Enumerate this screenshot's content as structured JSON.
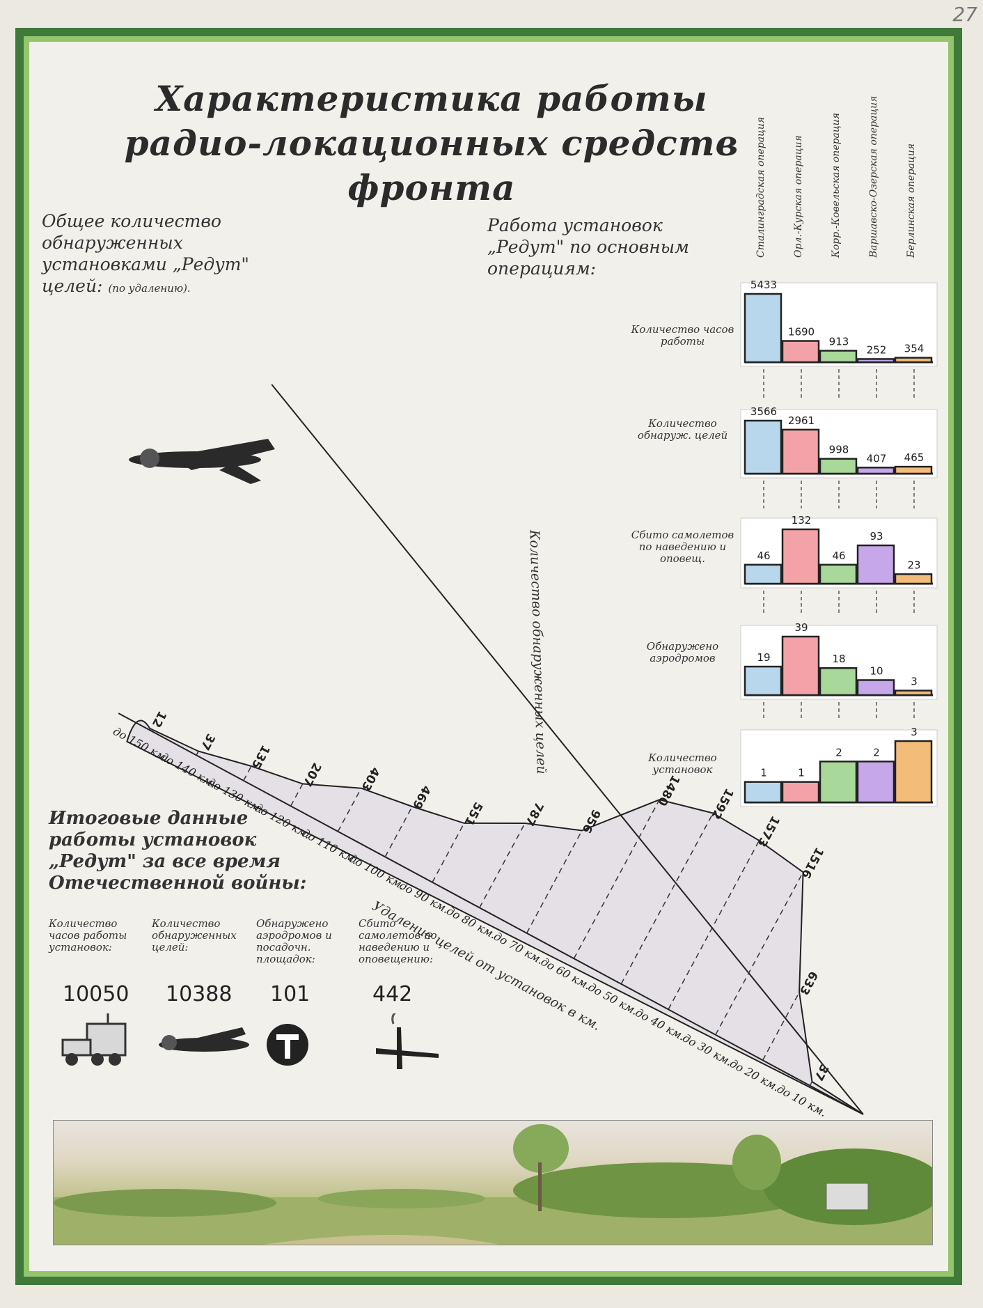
{
  "page_number": "27",
  "title": {
    "line1": "Характеристика работы",
    "line2": "радио-локационных средств фронта"
  },
  "left_heading": {
    "text": "Общее количество обнаруженных установками „Редут\" целей:",
    "note": "(по удалению)."
  },
  "right_heading": "Работа установок „Редут\" по основным операциям:",
  "fan_labels": {
    "vertical_axis": "Количество обнаруженных целей",
    "horizontal_axis": "Удаление целей от установок в км."
  },
  "totals": {
    "heading": "Итоговые данные работы установок „Редут\" за все время Отечественной войны:",
    "items": [
      {
        "label": "Количество часов работы установок:",
        "value": "10050",
        "icon": "radar-truck-icon"
      },
      {
        "label": "Количество обнаруженных целей:",
        "value": "10388",
        "icon": "bomber-aircraft-icon"
      },
      {
        "label": "Обнаружено аэродромов и посадочн. площадок:",
        "value": "101",
        "icon": "airfield-t-sign-icon"
      },
      {
        "label": "Сбито самолетов по наведению и оповещению:",
        "value": "442",
        "icon": "downed-aircraft-icon"
      }
    ]
  },
  "chart_data": [
    {
      "type": "area",
      "title": "Общее количество обнаруженных установками „Редут\" целей: (по удалению).",
      "xlabel": "Удаление целей от установок в км.",
      "ylabel": "Количество обнаруженных целей",
      "categories": [
        "до 10 км.",
        "до 20 км.",
        "до 30 км.",
        "до 40 км.",
        "до 50 км.",
        "до 60 км.",
        "до 70 км.",
        "до 80 км.",
        "до 90 км.",
        "до 100 км.",
        "до 110 км.",
        "до 120 км.",
        "до 130 км.",
        "до 140 км.",
        "до 150 км."
      ],
      "values": [
        37,
        633,
        1516,
        1573,
        1592,
        1480,
        956,
        787,
        551,
        469,
        403,
        207,
        135,
        37,
        12
      ]
    },
    {
      "type": "bar",
      "title": "Работа установок „Редут\" по основным операциям:",
      "categories": [
        "Сталинградская операция",
        "Орл.-Курская операция",
        "Корр.-Ковельская операция",
        "Варшавско-Озерская операция",
        "Берлинская операция"
      ],
      "colors": [
        "#b9d7ec",
        "#f3a3a8",
        "#a8d89a",
        "#c6a7ea",
        "#f2bd78"
      ],
      "rows": [
        {
          "label": "Количество часов работы",
          "values": [
            5433,
            1690,
            913,
            252,
            354
          ]
        },
        {
          "label": "Количество обнаруж. целей",
          "values": [
            3566,
            2961,
            998,
            407,
            465
          ]
        },
        {
          "label": "Сбито самолетов по наведению и оповещ.",
          "values": [
            46,
            132,
            46,
            93,
            23
          ]
        },
        {
          "label": "Обнаружено аэродромов",
          "values": [
            19,
            39,
            18,
            10,
            3
          ]
        },
        {
          "label": "Количество установок",
          "values": [
            1,
            1,
            2,
            2,
            3
          ]
        }
      ]
    }
  ]
}
